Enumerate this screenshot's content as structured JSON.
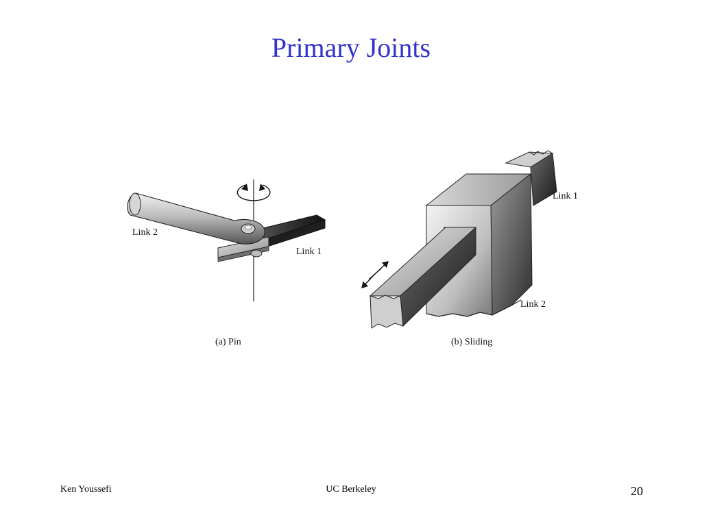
{
  "slide": {
    "title": "Primary Joints"
  },
  "figure": {
    "pin": {
      "caption": "(a) Pin",
      "link_2_label": "Link 2",
      "link_1_label": "Link 1"
    },
    "sliding": {
      "caption": "(b) Sliding",
      "link_1_label": "Link 1",
      "link_2_label": "Link 2"
    }
  },
  "footer": {
    "author": "Ken Youssefi",
    "institution": "UC Berkeley",
    "page_number": "20"
  }
}
